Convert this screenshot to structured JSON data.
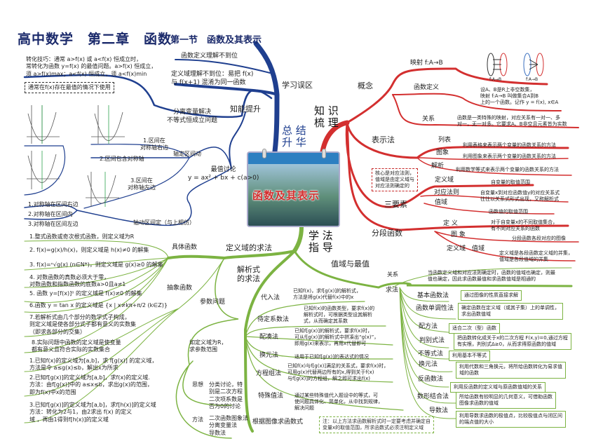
{
  "header": {
    "title": "高中数学　第二章　函数",
    "section": "第一节　函数及其表示"
  },
  "center": {
    "title": "函数及其表示"
  },
  "branches": {
    "summary": "总 结\n升 华",
    "knowledge": "知 识\n梳 理",
    "method": "学 法\n指 导"
  },
  "summary": {
    "mistakes": "学习误区",
    "mistake1": "函数定义理解不到位",
    "mistake2": "定义域理解不到位：易把 f(x)\n与 f(x+1) 混淆为同一函数",
    "improve": "知能提升",
    "separation": "分离变量解决\n不等式恒成立问题",
    "tip": "转化技巧：通常 a>f(x) 或 a<f(x) 恒成立时，\n常转化为函数 y=f(x) 的最值问题。a>f(x) 恒成立，\n须 a>f(x)max；a<f(x) 恒成立，须 a<f(x)min",
    "tip_note": "通常在f(x)存在最值的情况下使用",
    "extremum": "最值讨论\ny = ax² + bx + c(a>0)",
    "axis_fixed": "轴定区间动",
    "case1": "1.区间在\n对称轴右边",
    "case2": "2.区间包含对称轴",
    "case3": "3.区间在\n对称轴左边",
    "axis_moving": "轴动区间定（与上相仿）",
    "mcase1": "1.对称轴在区间右边",
    "mcase2": "2.对称轴在区间内",
    "mcase3": "3.对称轴在区间左边"
  },
  "knowledge": {
    "concept": "概念",
    "mapping": "映射 f:A→B",
    "mapping_label": "f:A→B",
    "definition": "函数定义",
    "definition_text": "设A、B是R上非空数集，\n映射 f:A→B 叫做集合A到B\n上的一个函数。记作 y = f(x), x∈A",
    "relation": "关系",
    "relation_text": "函数是一类特殊的映射，对应关系有一对一、多\n对一，无一对多。它要求A、B非空且元素皆为实数",
    "representation": "表示法",
    "rep_items": [
      {
        "label": "列表",
        "text": "利用表格来表示两个变量的函数关系的方法"
      },
      {
        "label": "图象",
        "text": "利用图象来表示两个变量的函数关系的方法"
      },
      {
        "label": "解析",
        "text": "利用数学等式来表示两个变量的函数关系的方法"
      }
    ],
    "three_elements": "三要素",
    "core_note": "核心是对应法则，\n值域是由定义域与\n对应法则确定的",
    "elements": [
      {
        "label": "定义域",
        "text": "自变量的取值范围"
      },
      {
        "label": "对应法则",
        "text": "自变量x到对应函数值y的对应关系式\n往往以关系式形式出现，又称解析式"
      },
      {
        "label": "值域",
        "text": "函数值的取值范围"
      }
    ],
    "piecewise": "分段函数",
    "pw_items": [
      {
        "label": "定 义",
        "text": "对于自变量x的不同取值集合，\n有不同对应关系的函数"
      },
      {
        "label": "图 象",
        "text": "分段函数各段对应的图像"
      },
      {
        "label": "定义域　值域",
        "text": "定义域是各段函数定义域的并集，\n值域是各段值域的并集"
      }
    ]
  },
  "method": {
    "domain_methods": "定义域的求法",
    "concrete": "具体函数",
    "concrete_items": [
      "1.整式函数或奇次根式函数，则定义域为R",
      "2. f(x)=g(x)/h(x)，则定义域是 h(x)≠0 的解集",
      "3. f(x)=ⁿ√g(x) (n∈N*)，则定义域是 g(x)≥0 的解集",
      "4. 对数函数的真数必须大于零，\n   对数函数和指数函数的底数a>0且a≠1",
      "5. 函数 y=[f(x)]⁰ 的定义域是 f(x)≠0 的解集",
      "6.函数 y = tan x 的定义域是 {x | x≠kπ+π/2 (k∈Z)}",
      "7.若解析式由几个部分的数学式子构成，\n则定义域是使各部分式子都有意义的实数集\n（即求各部分的交集）",
      "8.实际问题中函数的定义域是使变量\n都有意义且符合实际的实数集合"
    ],
    "abstract": "抽象函数",
    "abstract_items": [
      "1.已知f(x)的定义域为[a,b]，求 f[g(x)] 的定义域，\n  方法是令 a≤g(x)≤b，解出x为所求",
      "2.已知f[g(x)]的定义域为[a,b]，求f(x)的定义域.\n  方法：由f[g(x)]中的 a≤x≤b，求出g(x)的范围，\n  即为f(x)中x的范围",
      "3.已知f[g(x)]的定义域为[a,b]，求f[h(x)]的定义域\n方法：转化为2与1，由2求出 f(x) 的定义\n域 ，再由1得到f[h(x)]的定义域"
    ],
    "parameter": "参数问题",
    "param_domain": "如定义域为R，\n求参数范围",
    "idea_label": "思想",
    "idea_text": "分类讨论，特\n别是二次方程\n二次项系数是\n否为0的讨论",
    "way_label": "方法",
    "way_text": "二次函数图象法\n分离变量法\n导数法",
    "expression": "解析式\n的求法",
    "expr_items": [
      {
        "label": "代入法",
        "text": "已知f(x)，求f[g(x)]的解析式，\n方法是将g(x)代替f(x)中的x"
      },
      {
        "label": "待定系数法",
        "text": "已知f(x)的函数类型，要求f(x)的\n解析式时，可根据类型设其解析\n式，从而确定其系数"
      },
      {
        "label": "配凑法",
        "text": "已知f[g(x)]的解析式，要求f(x)时，\n可从f[g(x)]的解析式中拼凑出“g(x)”，\n即用g(x)来表示，再用x代替即可"
      },
      {
        "label": "换元法",
        "text": "适用于已知f[g(x)]的表达式的情况"
      },
      {
        "label": "方程组法",
        "text": "已知f(x)与f[g(x)]满足的关系式，要求f(x)时，\n可用g(x)代替两边所有的x,得到关于f(x)\n与f[g(x)]的方程组，解之即可求出f(x)"
      },
      {
        "label": "特殊值法",
        "text": "通过某些特殊值代入题设中的等式，可\n使问题具体化、简单化，从中找到规律，\n解决问题"
      }
    ],
    "graph_expr": "根据图像求函数式",
    "note": "注：以上方法求函数解析式时一定要考虑并确定自\n变量x的取值范围，所求函数式必须注明定义域",
    "range": "值域与最值",
    "range_relation": "关系",
    "range_relation_text": "当函数定义域和对应法则确定时，函数的值域也确定，则最\n值也确定，因此求函数最值和求函数值域是相通的",
    "range_methods": "求法",
    "range_items": [
      {
        "label": "基本函数法",
        "text": "通过图像的性质直接求解"
      },
      {
        "label": "函数单调性法",
        "text": "确定函数在定义域（或其子集）上的单调性，\n求出函数值域"
      },
      {
        "label": "配方法",
        "text": "适合二次（型）函数"
      },
      {
        "label": "判别式法",
        "text": "把函数转化成关于x的二次方程 F(x,y)=0,通过方程\n有实根，判别式Δ≥0，从而求得原函数的值域"
      },
      {
        "label": "不等式法",
        "text": "利用基本不等式"
      },
      {
        "label": "换元法",
        "text": "利用代数和三角换元，将所给函数转化为易求值\n域的函数"
      },
      {
        "label": "反函数法",
        "text": "利用反函数的定义域与原函数值域的关系"
      },
      {
        "label": "数形结合法",
        "text": "所给函数有较明显的几何意义，可借助函数\n图像求函数的值域"
      },
      {
        "label": "导数法",
        "text": "利用导数求函数的极值点，比较极值点与闭区间\n的端点值的大小"
      }
    ]
  },
  "colors": {
    "blue": "#1f3f8f",
    "red": "#d32f2f",
    "green": "#7cb342"
  }
}
